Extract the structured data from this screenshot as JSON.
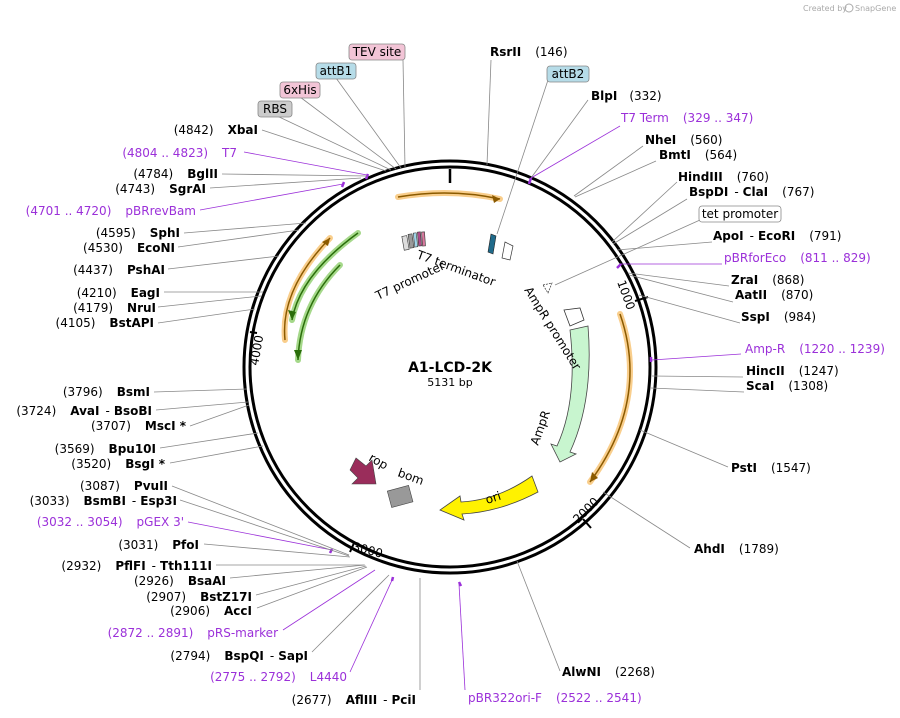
{
  "credit": {
    "prefix": "Created by",
    "brand": "SnapGene"
  },
  "plasmid": {
    "name": "A1-LCD-2K",
    "size": "5131 bp"
  },
  "ticks": [
    "1000",
    "2000",
    "3000",
    "4000"
  ],
  "enzymes_right": [
    {
      "name": "RsrII",
      "pos": "(146)"
    },
    {
      "name": "BlpI",
      "pos": "(332)"
    },
    {
      "name": "NheI",
      "pos": "(560)"
    },
    {
      "name": "BmtI",
      "pos": "(564)"
    },
    {
      "name": "HindIII",
      "pos": "(760)"
    },
    {
      "name": "BspDI",
      "name2": "ClaI",
      "pos": "(767)"
    },
    {
      "name": "ApoI",
      "name2": "EcoRI",
      "pos": "(791)"
    },
    {
      "name": "ZraI",
      "pos": "(868)"
    },
    {
      "name": "AatII",
      "pos": "(870)"
    },
    {
      "name": "SspI",
      "pos": "(984)"
    },
    {
      "name": "HincII",
      "pos": "(1247)"
    },
    {
      "name": "ScaI",
      "pos": "(1308)"
    },
    {
      "name": "PstI",
      "pos": "(1547)"
    },
    {
      "name": "AhdI",
      "pos": "(1789)"
    },
    {
      "name": "AlwNI",
      "pos": "(2268)"
    }
  ],
  "enzymes_left": [
    {
      "name": "XbaI",
      "pos": "(4842)"
    },
    {
      "name": "BglII",
      "pos": "(4784)"
    },
    {
      "name": "SgrAI",
      "pos": "(4743)"
    },
    {
      "name": "SphI",
      "pos": "(4595)"
    },
    {
      "name": "EcoNI",
      "pos": "(4530)"
    },
    {
      "name": "PshAI",
      "pos": "(4437)"
    },
    {
      "name": "EagI",
      "pos": "(4210)"
    },
    {
      "name": "NruI",
      "pos": "(4179)"
    },
    {
      "name": "BstAPI",
      "pos": "(4105)"
    },
    {
      "name": "BsmI",
      "pos": "(3796)"
    },
    {
      "name": "AvaI",
      "name2": "BsoBI",
      "pos": "(3724)"
    },
    {
      "name": "MscI *",
      "pos": "(3707)"
    },
    {
      "name": "Bpu10I",
      "pos": "(3569)"
    },
    {
      "name": "BsgI *",
      "pos": "(3520)"
    },
    {
      "name": "PvuII",
      "pos": "(3087)"
    },
    {
      "name": "BsmBI",
      "name2": "Esp3I",
      "pos": "(3033)"
    },
    {
      "name": "PfoI",
      "pos": "(3031)"
    },
    {
      "name": "PflFI",
      "name2": "Tth111I",
      "pos": "(2932)"
    },
    {
      "name": "BsaAI",
      "pos": "(2926)"
    },
    {
      "name": "BstZ17I",
      "pos": "(2907)"
    },
    {
      "name": "AccI",
      "pos": "(2906)"
    },
    {
      "name": "BspQI",
      "name2": "SapI",
      "pos": "(2794)"
    },
    {
      "name": "AflIII",
      "name2": "PciI",
      "pos": "(2677)"
    }
  ],
  "primers": [
    {
      "name": "T7 Term",
      "range": "(329 .. 347)"
    },
    {
      "name": "pBRforEco",
      "range": "(811 .. 829)"
    },
    {
      "name": "Amp-R",
      "range": "(1220 .. 1239)"
    },
    {
      "name": "T7",
      "range": "(4804 .. 4823)"
    },
    {
      "name": "pBRrevBam",
      "range": "(4701 .. 4720)"
    },
    {
      "name": "pGEX 3'",
      "range": "(3032 .. 3054)"
    },
    {
      "name": "pRS-marker",
      "range": "(2872 .. 2891)"
    },
    {
      "name": "L4440",
      "range": "(2775 .. 2792)"
    },
    {
      "name": "pBR322ori-F",
      "range": "(2522 .. 2541)"
    }
  ],
  "boxed_features": [
    {
      "label": "TEV site",
      "color": "#f2c4d6"
    },
    {
      "label": "attB1",
      "color": "#b6dce8"
    },
    {
      "label": "6xHis",
      "color": "#f2c4d6"
    },
    {
      "label": "RBS",
      "color": "#cccccc"
    },
    {
      "label": "attB2",
      "color": "#b6dce8"
    },
    {
      "label": "tet promoter",
      "color": "#ffffff"
    }
  ],
  "inner_features": {
    "t7_promoter": "T7 promoter",
    "t7_terminator": "T7 terminator",
    "ampr_promoter": "AmpR promoter",
    "ampr": "AmpR",
    "ori": "ori",
    "rop": "rop",
    "bom": "bom"
  },
  "colors": {
    "primer": "#9b30d9",
    "orange_arc": "#f4a52e",
    "green_arc": "#5bb82a",
    "ampr_fill": "#c8f5cf",
    "ori_fill": "#fff200",
    "rop_fill": "#9a2d5b",
    "bom_fill": "#999999"
  }
}
